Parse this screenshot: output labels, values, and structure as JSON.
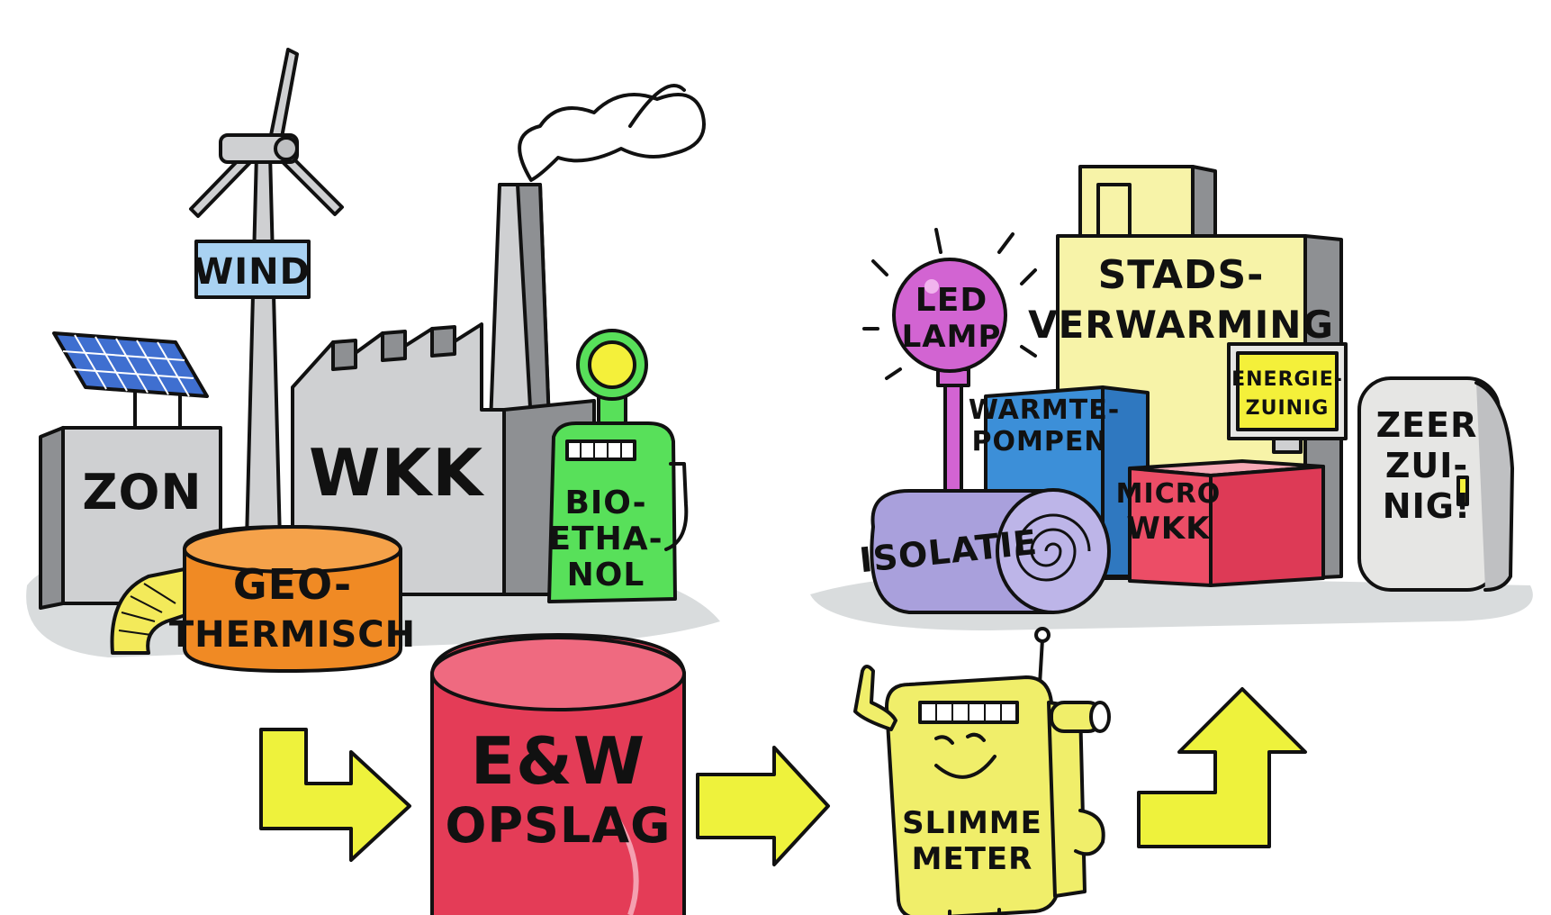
{
  "labels": {
    "wind": "WIND",
    "zon": "ZON",
    "wkk": "WKK",
    "bio_1": "BIO-",
    "bio_2": "ETHA-",
    "bio_3": "NOL",
    "geo_1": "GEO-",
    "geo_2": "THERMISCH",
    "opslag_1": "E&W",
    "opslag_2": "OPSLAG",
    "slimme_1": "SLIMME",
    "slimme_2": "METER",
    "led_1": "LED",
    "led_2": "LAMP",
    "stads_1": "STADS-",
    "stads_2": "VERWARMING",
    "energie_1": "ENERGIE-",
    "energie_2": "ZUINIG",
    "warmte_1": "WARMTE-",
    "warmte_2": "POMPEN",
    "zeer_1": "ZEER",
    "zeer_2": "ZUI-",
    "zeer_3": "NIG!",
    "micro_1": "MICRO",
    "micro_2": "WKK",
    "isolatie": "ISOLATIE"
  },
  "colors": {
    "ground": "#d9dcdd",
    "solar_panel": "#3f6fd0",
    "wind_sign": "#a9d2f2",
    "building_gray": "#cfd0d2",
    "building_dark": "#8e9093",
    "geo_tank": "#f08a24",
    "pipe": "#f3ea5a",
    "bio_pump": "#58e05a",
    "pump_lamp": "#f4f03a",
    "opslag_tank": "#e43c57",
    "arrow": "#eef23c",
    "meter": "#f0ee6a",
    "led_lamp": "#d264d2",
    "stads_building": "#f7f3a8",
    "monitor": "#f4f03a",
    "warmte_box": "#3c8fd8",
    "isolatie_roll": "#a9a0dc",
    "micro_box": "#ec4d66",
    "fridge": "#e6e6e4"
  }
}
